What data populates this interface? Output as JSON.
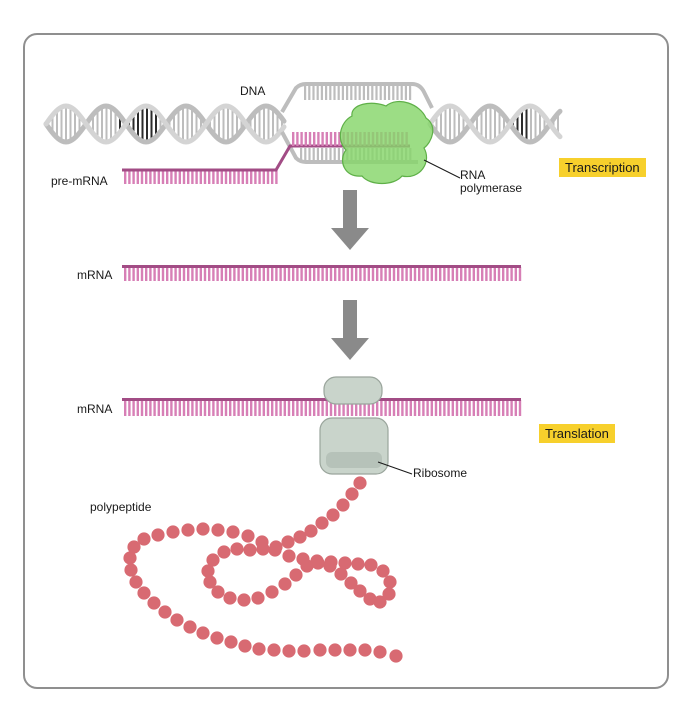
{
  "labels": {
    "dna": "DNA",
    "pre_mrna": "pre-mRNA",
    "rna_polymerase_line1": "RNA",
    "rna_polymerase_line2": "polymerase",
    "mrna_1": "mRNA",
    "mrna_2": "mRNA",
    "ribosome": "Ribosome",
    "polypeptide": "polypeptide"
  },
  "badges": {
    "transcription": "Transcription",
    "translation": "Translation"
  },
  "colors": {
    "frame": "#8f8f8f",
    "dna_strand": "#bdbdbd",
    "dna_highlight": "#2b2b2b",
    "rna": "#d77fb6",
    "rna_backbone": "#a24c85",
    "polymerase": "#86d66a",
    "ribosome": "#c9d4cb",
    "polypeptide": "#d86a72",
    "arrow": "#8a8a8a",
    "badge": "#f7d02c"
  }
}
